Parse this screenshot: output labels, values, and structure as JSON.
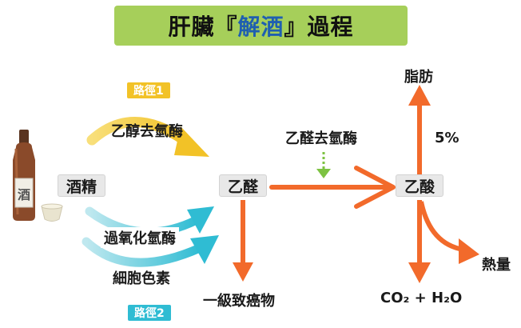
{
  "title": {
    "prefix": "肝臟『",
    "highlight": "解酒",
    "suffix": "』過程"
  },
  "nodes": {
    "alcohol": "酒精",
    "acetaldehyde": "乙醛",
    "acetic_acid": "乙酸"
  },
  "bottle_label": "酒",
  "pathway1": {
    "tag": "路徑1",
    "enzyme": "乙醇去氫酶"
  },
  "pathway2": {
    "tag": "路徑2",
    "enzyme1": "過氧化氫酶",
    "enzyme2": "細胞色素"
  },
  "acetaldehyde_enzyme": "乙醛去氫酶",
  "outputs": {
    "carcinogen": "一級致癌物",
    "fat": "脂肪",
    "fat_percent": "5%",
    "heat": "熱量",
    "co2_h2o": "CO₂ + H₂O"
  },
  "colors": {
    "title_bg": "#a6cf5a",
    "title_highlight": "#1f5fb0",
    "pathway1": "#f2c227",
    "pathway2": "#2fbcd3",
    "main_arrow": "#f26a2b",
    "enzyme_dashed": "#7dc242"
  }
}
